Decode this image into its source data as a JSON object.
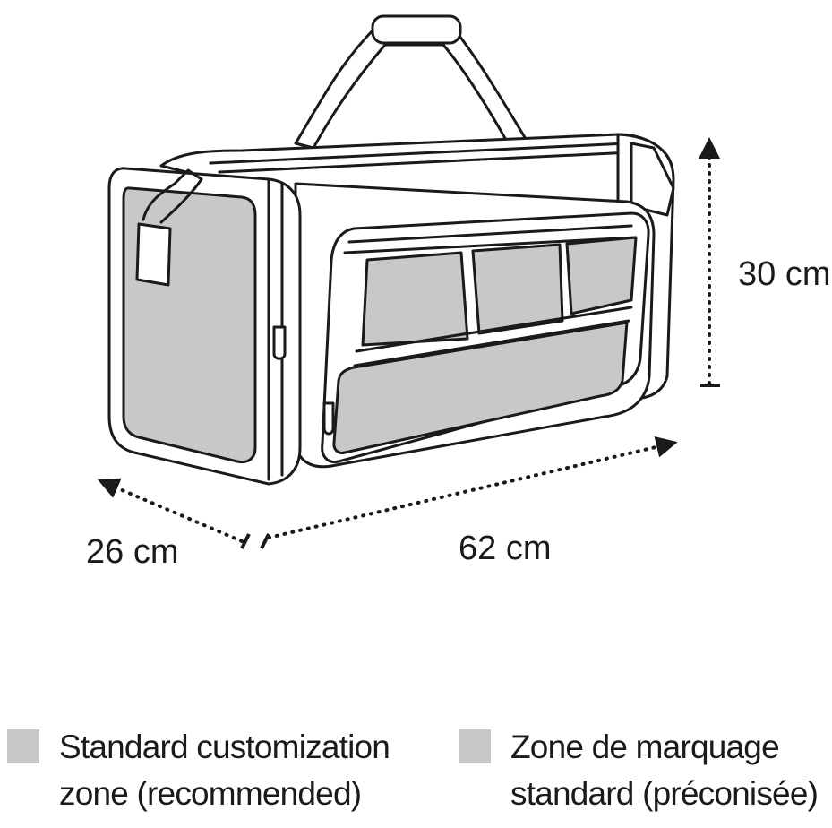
{
  "dimensions": {
    "height": "30 cm",
    "length": "62 cm",
    "depth": "26 cm"
  },
  "legend": {
    "english": {
      "line1": "Standard customization",
      "line2": "zone (recommended)"
    },
    "french": {
      "line1": "Zone de marquage",
      "line2": "standard (préconisée)"
    }
  },
  "colors": {
    "zone_fill": "#c8c8c8",
    "outline": "#1a1a1a",
    "bag_fill": "#ffffff"
  }
}
